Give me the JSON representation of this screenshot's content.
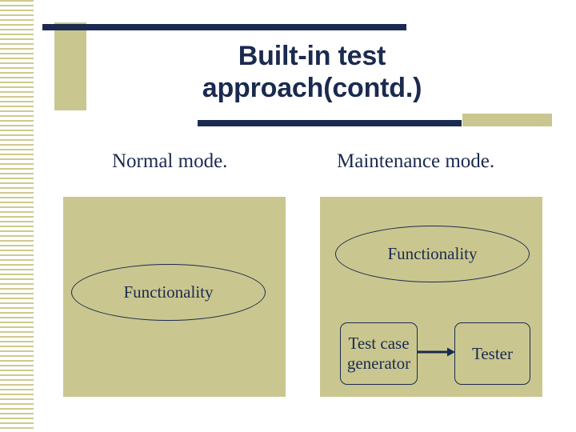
{
  "slide": {
    "title": "Built-in test approach(contd.)",
    "title_line1": "Built-in test",
    "title_line2": "approach(contd.)",
    "colors": {
      "navy": "#1b2a4f",
      "olive": "#c9c78f",
      "background": "#ffffff"
    },
    "captions": {
      "left": "Normal mode.",
      "right": "Maintenance mode."
    },
    "diagram_left": {
      "ellipse_label": "Functionality"
    },
    "diagram_right": {
      "ellipse_label": "Functionality",
      "box_generator_label": "Test case generator",
      "box_tester_label": "Tester",
      "arrow_name": "arrow-right"
    }
  }
}
